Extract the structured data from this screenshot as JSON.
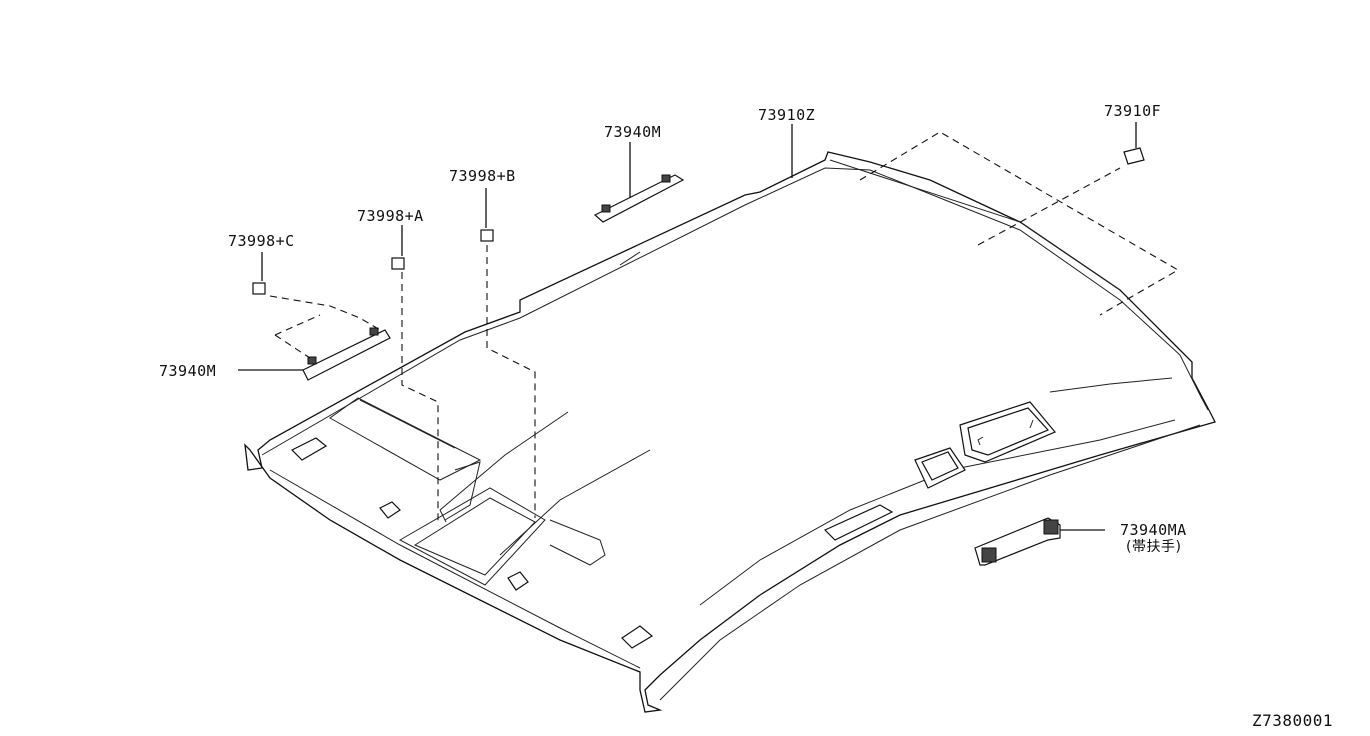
{
  "labels": {
    "p73910Z": "73910Z",
    "p73910F": "73910F",
    "p73940M_top": "73940M",
    "p73998B": "73998+B",
    "p73998A": "73998+A",
    "p73998C": "73998+C",
    "p73940M_left": "73940M",
    "p73940MA": "73940MA",
    "p73940MA_note": "(帯扶手)"
  },
  "diagram_code": "Z7380001"
}
